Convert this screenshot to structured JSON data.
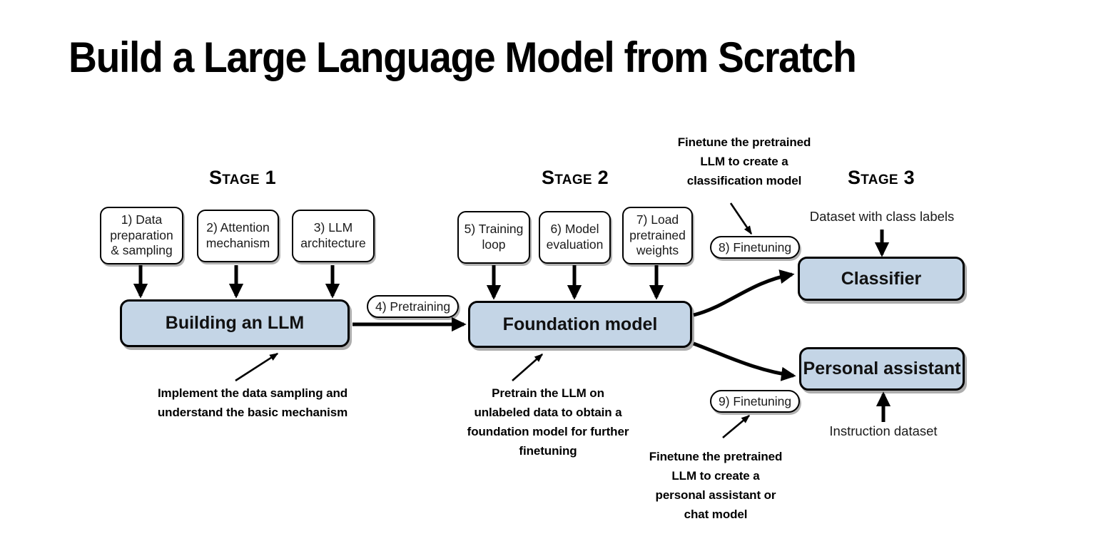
{
  "title": "Build a Large Language Model from Scratch",
  "colors": {
    "blue_box_fill": "#c4d5e6",
    "outline": "#000000",
    "background": "#ffffff"
  },
  "stages": [
    {
      "label": "Stage 1"
    },
    {
      "label": "Stage 2"
    },
    {
      "label": "Stage 3"
    }
  ],
  "stage1": {
    "steps": [
      {
        "label": "1) Data preparation & sampling"
      },
      {
        "label": "2) Attention mechanism"
      },
      {
        "label": "3) LLM architecture"
      }
    ],
    "main_box": "Building an LLM",
    "annotation": "Implement the data sampling and understand the basic mechanism"
  },
  "stage2": {
    "steps": [
      {
        "label": "5) Training loop"
      },
      {
        "label": "6) Model evaluation"
      },
      {
        "label": "7) Load pretrained weights"
      }
    ],
    "main_box": "Foundation model",
    "annotation": "Pretrain the LLM on unlabeled data to obtain a foundation model for further finetuning"
  },
  "stage3": {
    "classifier_box": "Classifier",
    "assistant_box": "Personal assistant",
    "classifier_input": "Dataset with class labels",
    "assistant_input": "Instruction dataset",
    "classifier_annotation": "Finetune the pretrained LLM to create a classification model",
    "assistant_annotation": "Finetune the pretrained LLM to create a personal assistant or chat model"
  },
  "pills": {
    "pretraining": "4) Pretraining",
    "finetuning_classifier": "8) Finetuning",
    "finetuning_assistant": "9) Finetuning"
  }
}
